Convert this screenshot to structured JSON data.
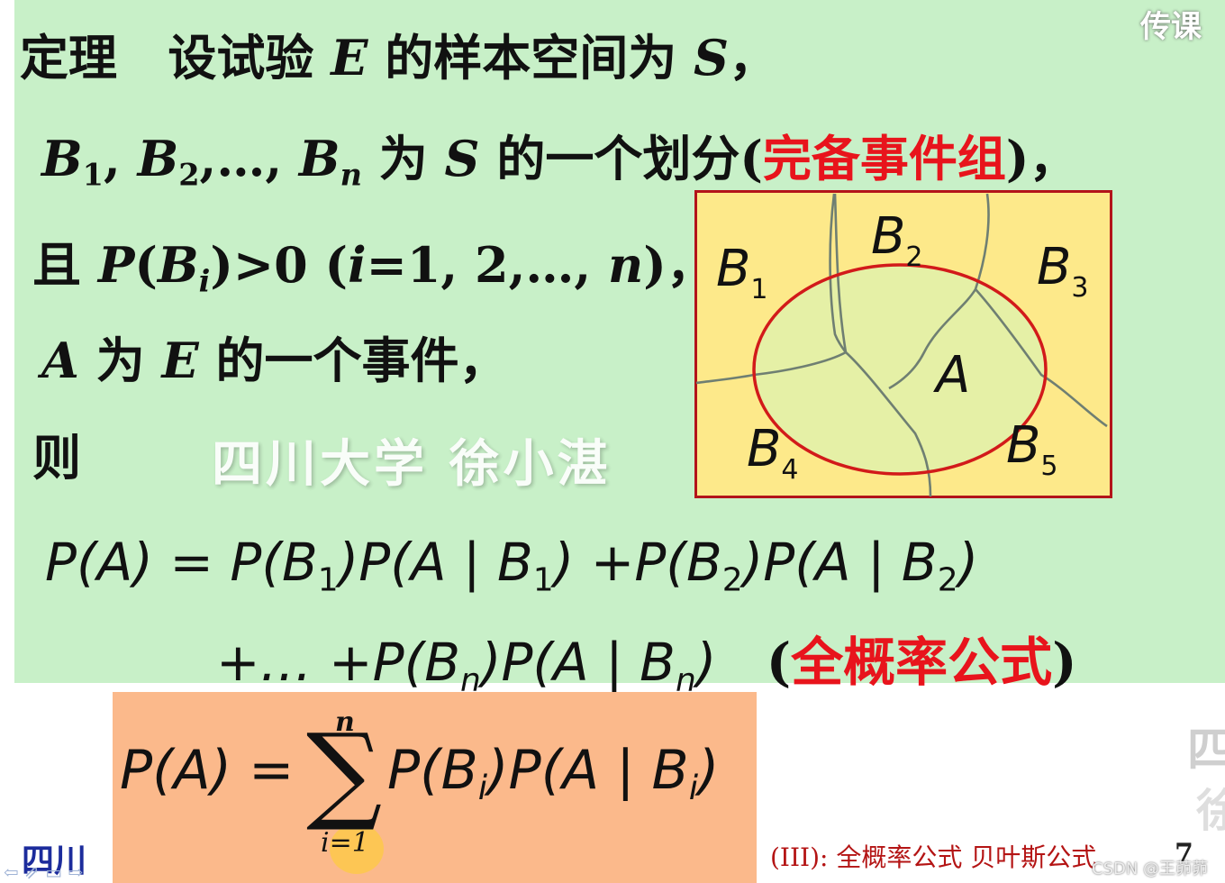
{
  "theorem": {
    "line1": {
      "label": "定理",
      "text_a": "设试验",
      "E": "E",
      "text_b": "的样本空间为",
      "S": "S",
      "punct": "，"
    },
    "line2": {
      "B": "B",
      "sub1": "1",
      "sub2": "2",
      "subn": "n",
      "sep": ", ",
      "dots": ",…, ",
      "text_a": " 为 ",
      "S": "S",
      "text_b": " 的一个划分(",
      "red": "完备事件组",
      "tail": ")，"
    },
    "line3": {
      "lead": "且 ",
      "P": "P",
      "open": "(",
      "B": "B",
      "subi": "i",
      "rest": ")>0  (",
      "i": "i",
      "eq": "=1, 2,…, ",
      "n": "n",
      "tail": ")，"
    },
    "line4": {
      "A": "A",
      "text_a": " 为 ",
      "E": "E",
      "text_b": " 的一个事件，"
    },
    "line5": "则"
  },
  "watermark": "四川大学  徐小湛",
  "venn": {
    "labels": [
      "B",
      "B",
      "B",
      "B",
      "B",
      "A"
    ],
    "subs": [
      "1",
      "2",
      "3",
      "4",
      "5"
    ],
    "colors": {
      "background": "#fde98a",
      "border": "#b3141a",
      "ellipse": "#d21a1a",
      "ellipse_fill": "#e5f0a6",
      "lines": "#6f7f72"
    }
  },
  "formula": {
    "line1": {
      "lhs": "P(A) = ",
      "t1": "P(B",
      "s1": "1",
      "t2": ")P(A | B",
      "s2": "1",
      "t3": ") +P(B",
      "s3": "2",
      "t4": ")P(A | B",
      "s4": "2",
      "t5": ")"
    },
    "line2": {
      "t1": "+…  +P(B",
      "sn": "n",
      "t2": ")P(A | B",
      "sn2": "n",
      "t3": ")",
      "tag_open": "(",
      "tag_red": "全概率公式",
      "tag_close": ")"
    }
  },
  "sum_formula": {
    "lhs": "P(A) = ",
    "sigma": "∑",
    "upper": "n",
    "lower": "i=1",
    "t1": "P(B",
    "si": "i",
    "t2": ")P(A | B",
    "si2": "i",
    "t3": ")"
  },
  "footer": {
    "left": "四川",
    "chapter": "(III): 全概率公式 贝叶斯公式",
    "page": "7",
    "csdn": "CSDN @王茆茆",
    "corner": "传课",
    "side1": "四",
    "side2": "徐",
    "nav": "⇦ ⇗ ▭ ⇨"
  }
}
